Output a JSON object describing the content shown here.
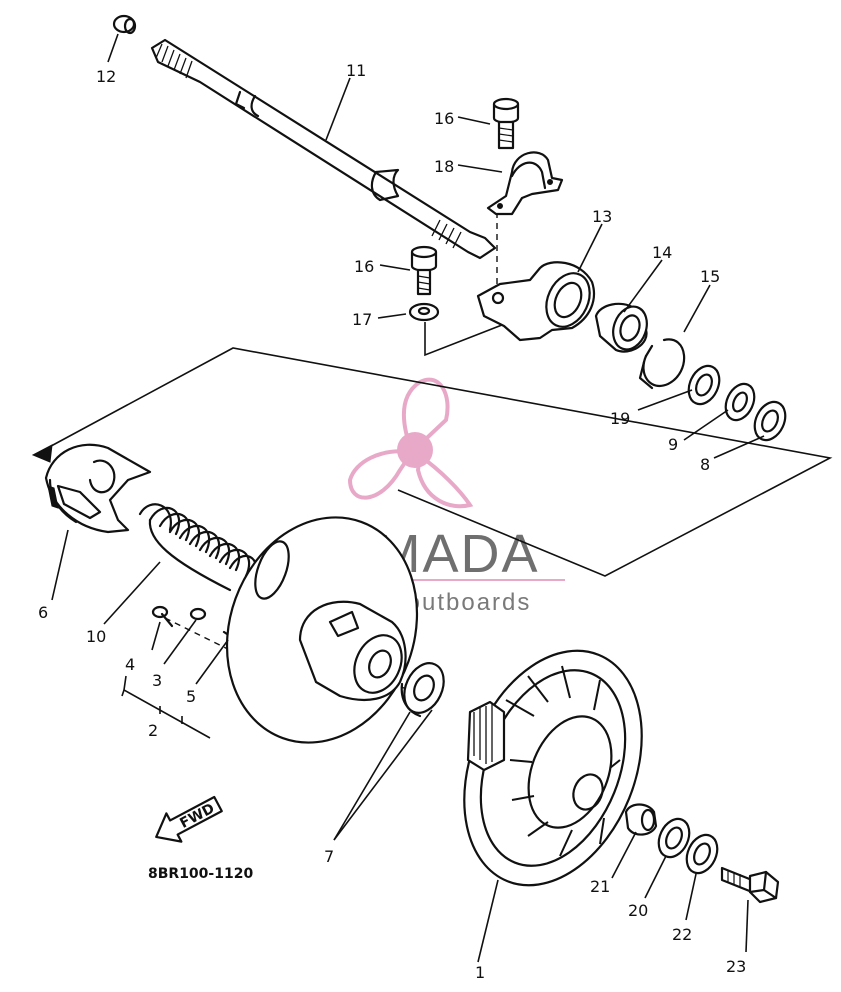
{
  "watermark": {
    "brand": "ARMADA",
    "tagline": "marine outboards",
    "logo_color": "#e8a9c8",
    "text_color": "#6f6f6f"
  },
  "diagram_code": "8BR100-1120",
  "fwd_arrow_label": "FWD",
  "callouts": [
    "1",
    "2",
    "3",
    "4",
    "5",
    "6",
    "7",
    "8",
    "9",
    "10",
    "11",
    "12",
    "13",
    "14",
    "15",
    "16",
    "16",
    "17",
    "18",
    "19",
    "20",
    "21",
    "22",
    "23"
  ]
}
